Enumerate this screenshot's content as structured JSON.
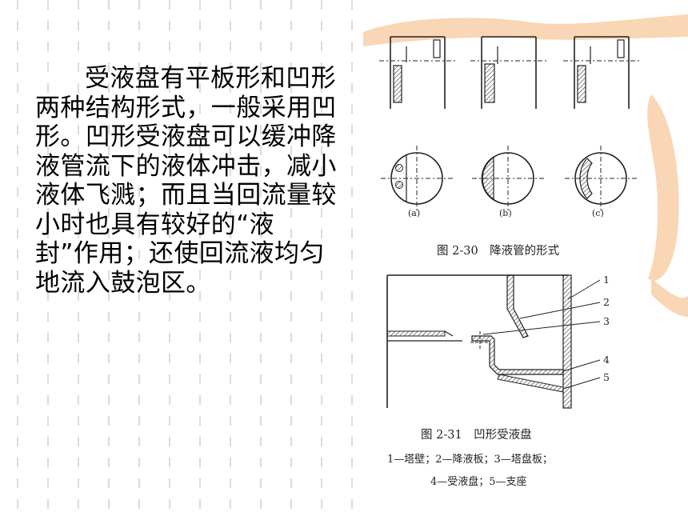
{
  "slide": {
    "body_text": "受液盘有平板形和凹形两种结构形式，一般采用凹形。凹形受液盘可以缓冲降液管流下的液体冲击，减小液体飞溅；而且当回流量较小时也具有较好的“液封”作用；还使回流液均匀地流入鼓泡区。"
  },
  "figure_2_30": {
    "caption": "图 2-30　降液管的形式",
    "sublabels": [
      "(a)",
      "(b)",
      "(c)"
    ]
  },
  "figure_2_31": {
    "caption": "图 2-31　凹形受液盘",
    "callouts": [
      "1",
      "2",
      "3",
      "4",
      "5"
    ],
    "legend_line1": "1—塔壁；2—降液板；3—塔盘板；",
    "legend_line2": "4—受液盘；5—支座"
  },
  "colors": {
    "text": "#000000",
    "stripe": "#d9d9d9",
    "decor_orange": "#f8cfa8"
  }
}
